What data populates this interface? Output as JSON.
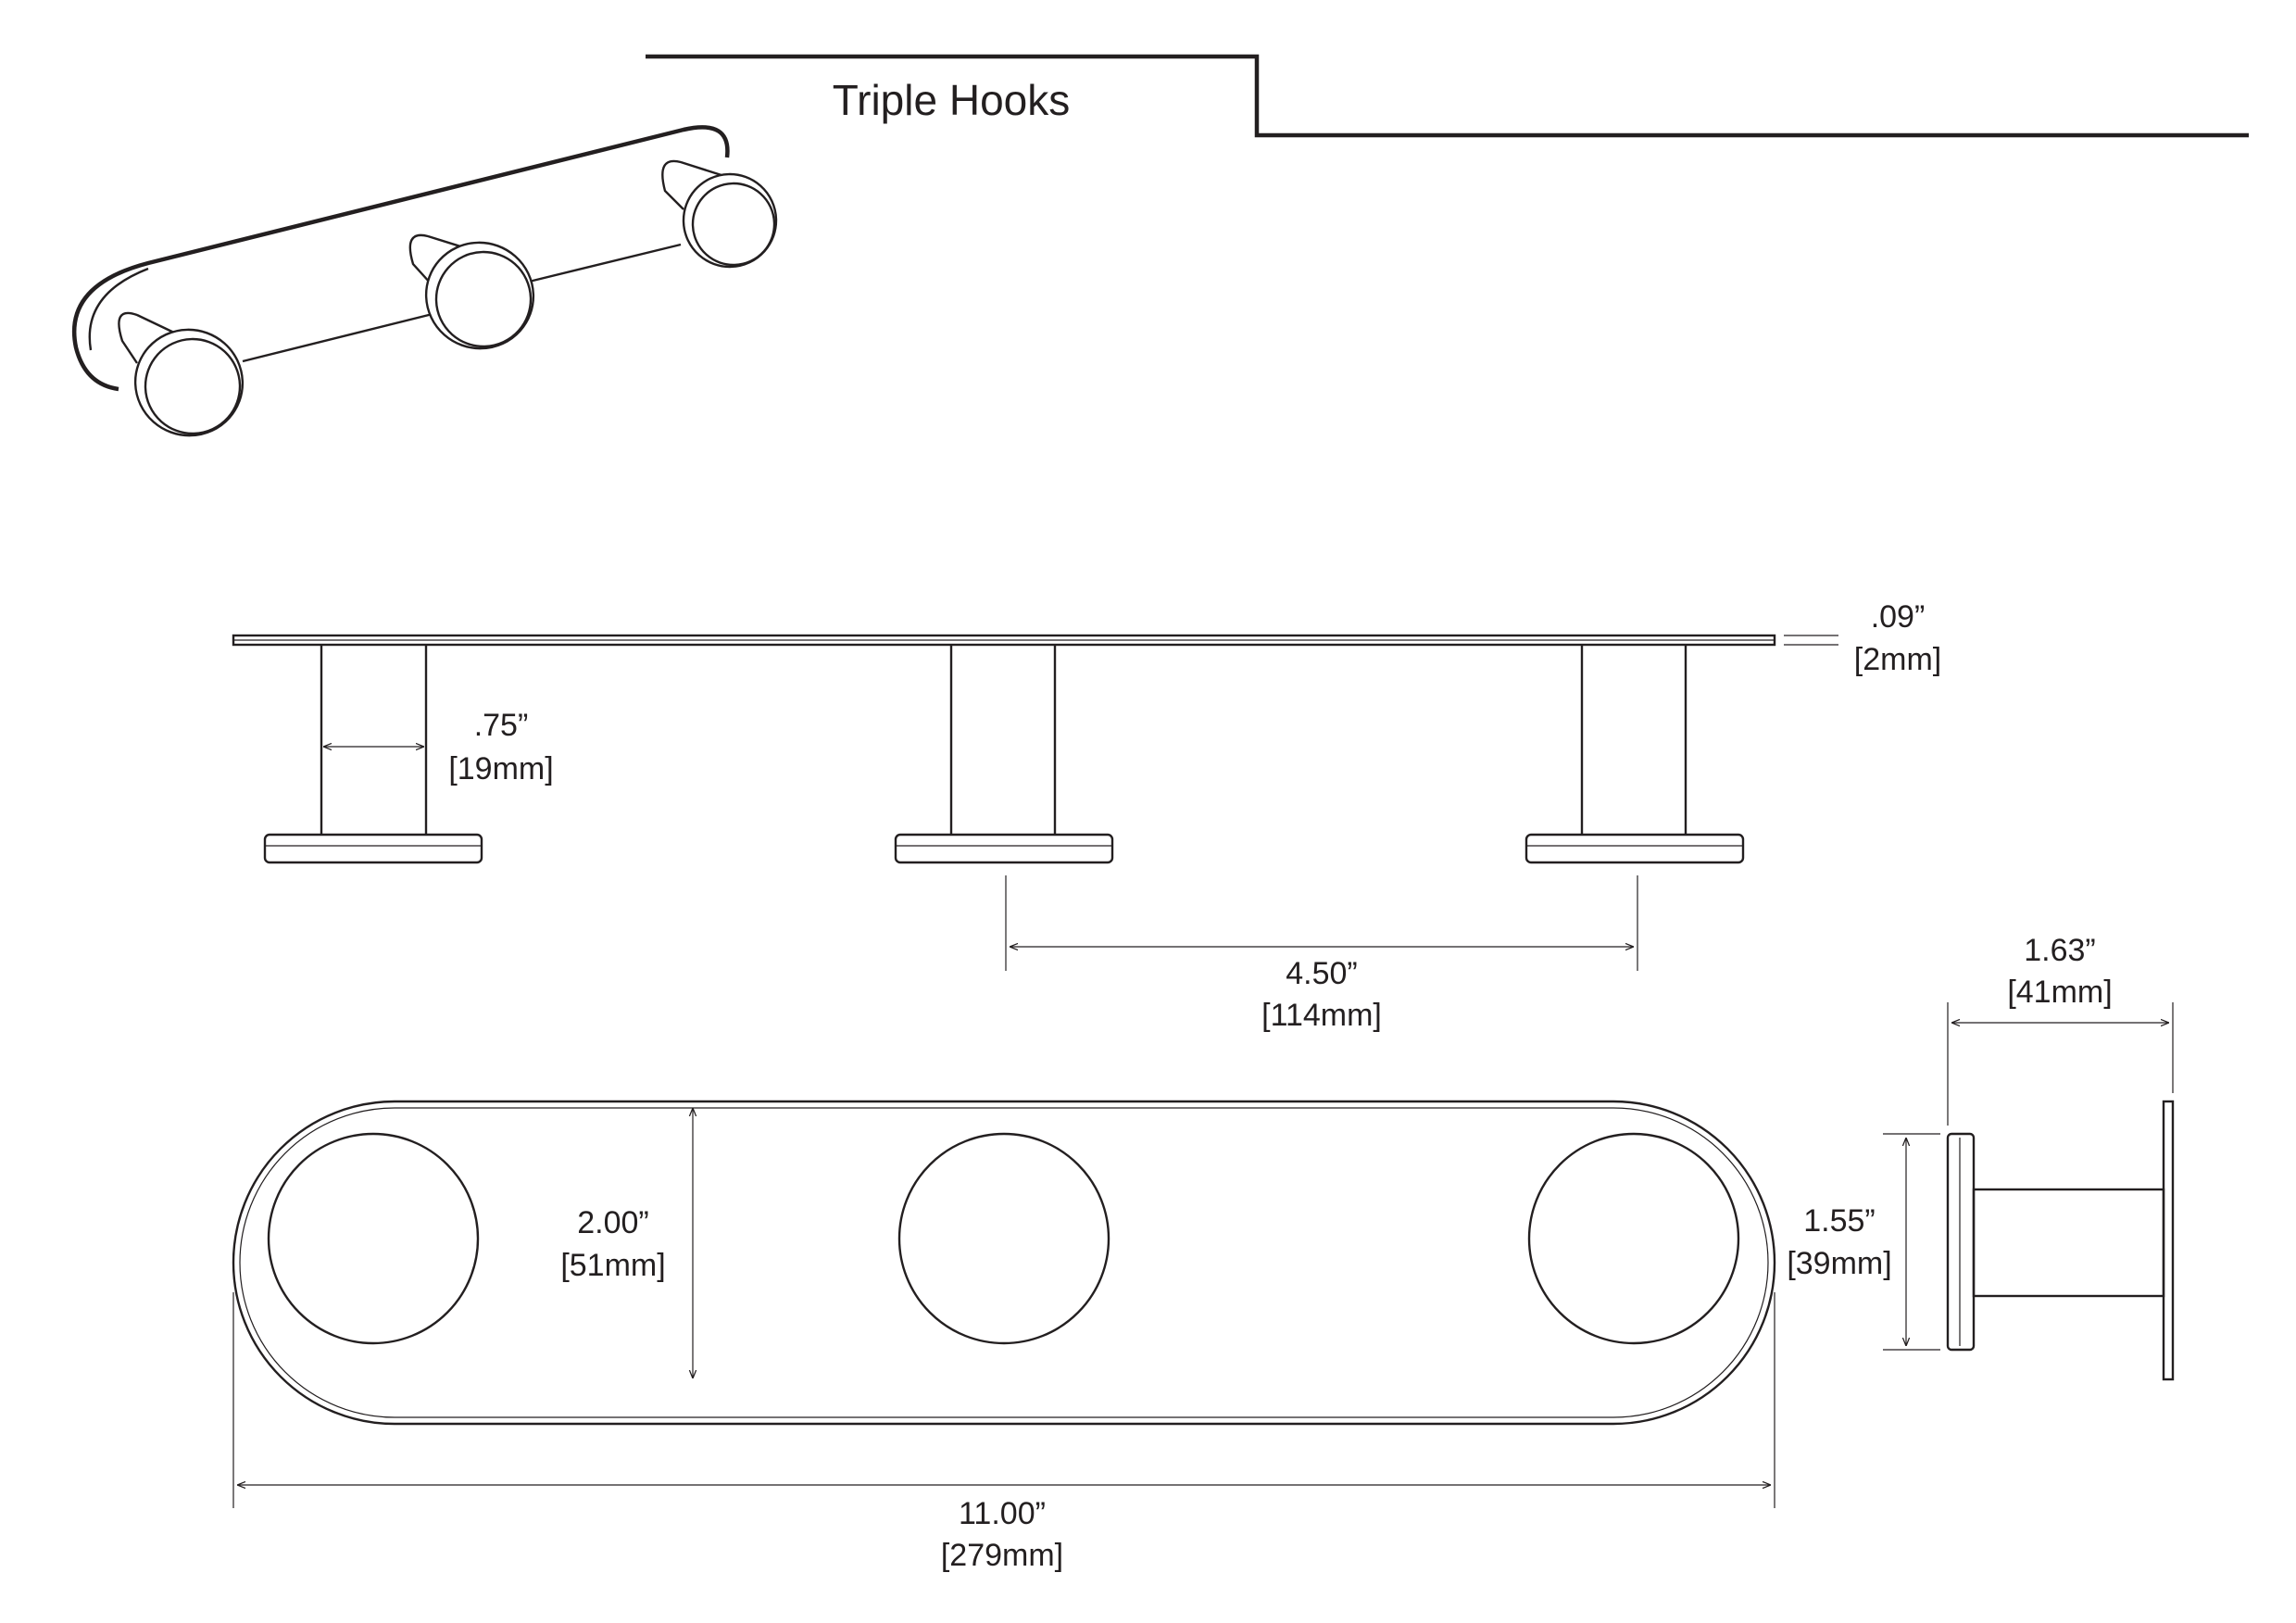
{
  "title": "Triple Hooks",
  "dimensions": {
    "plate_thickness": {
      "imperial": ".09”",
      "metric": "[2mm]"
    },
    "post_diameter": {
      "imperial": ".75”",
      "metric": "[19mm]"
    },
    "hook_spacing": {
      "imperial": "4.50”",
      "metric": "[114mm]"
    },
    "projection": {
      "imperial": "1.63”",
      "metric": "[41mm]"
    },
    "plate_height": {
      "imperial": "2.00”",
      "metric": "[51mm]"
    },
    "knob_diameter": {
      "imperial": "1.55”",
      "metric": "[39mm]"
    },
    "overall_length": {
      "imperial": "11.00”",
      "metric": "[279mm]"
    }
  },
  "colors": {
    "line": "#231f20",
    "background": "#ffffff"
  }
}
